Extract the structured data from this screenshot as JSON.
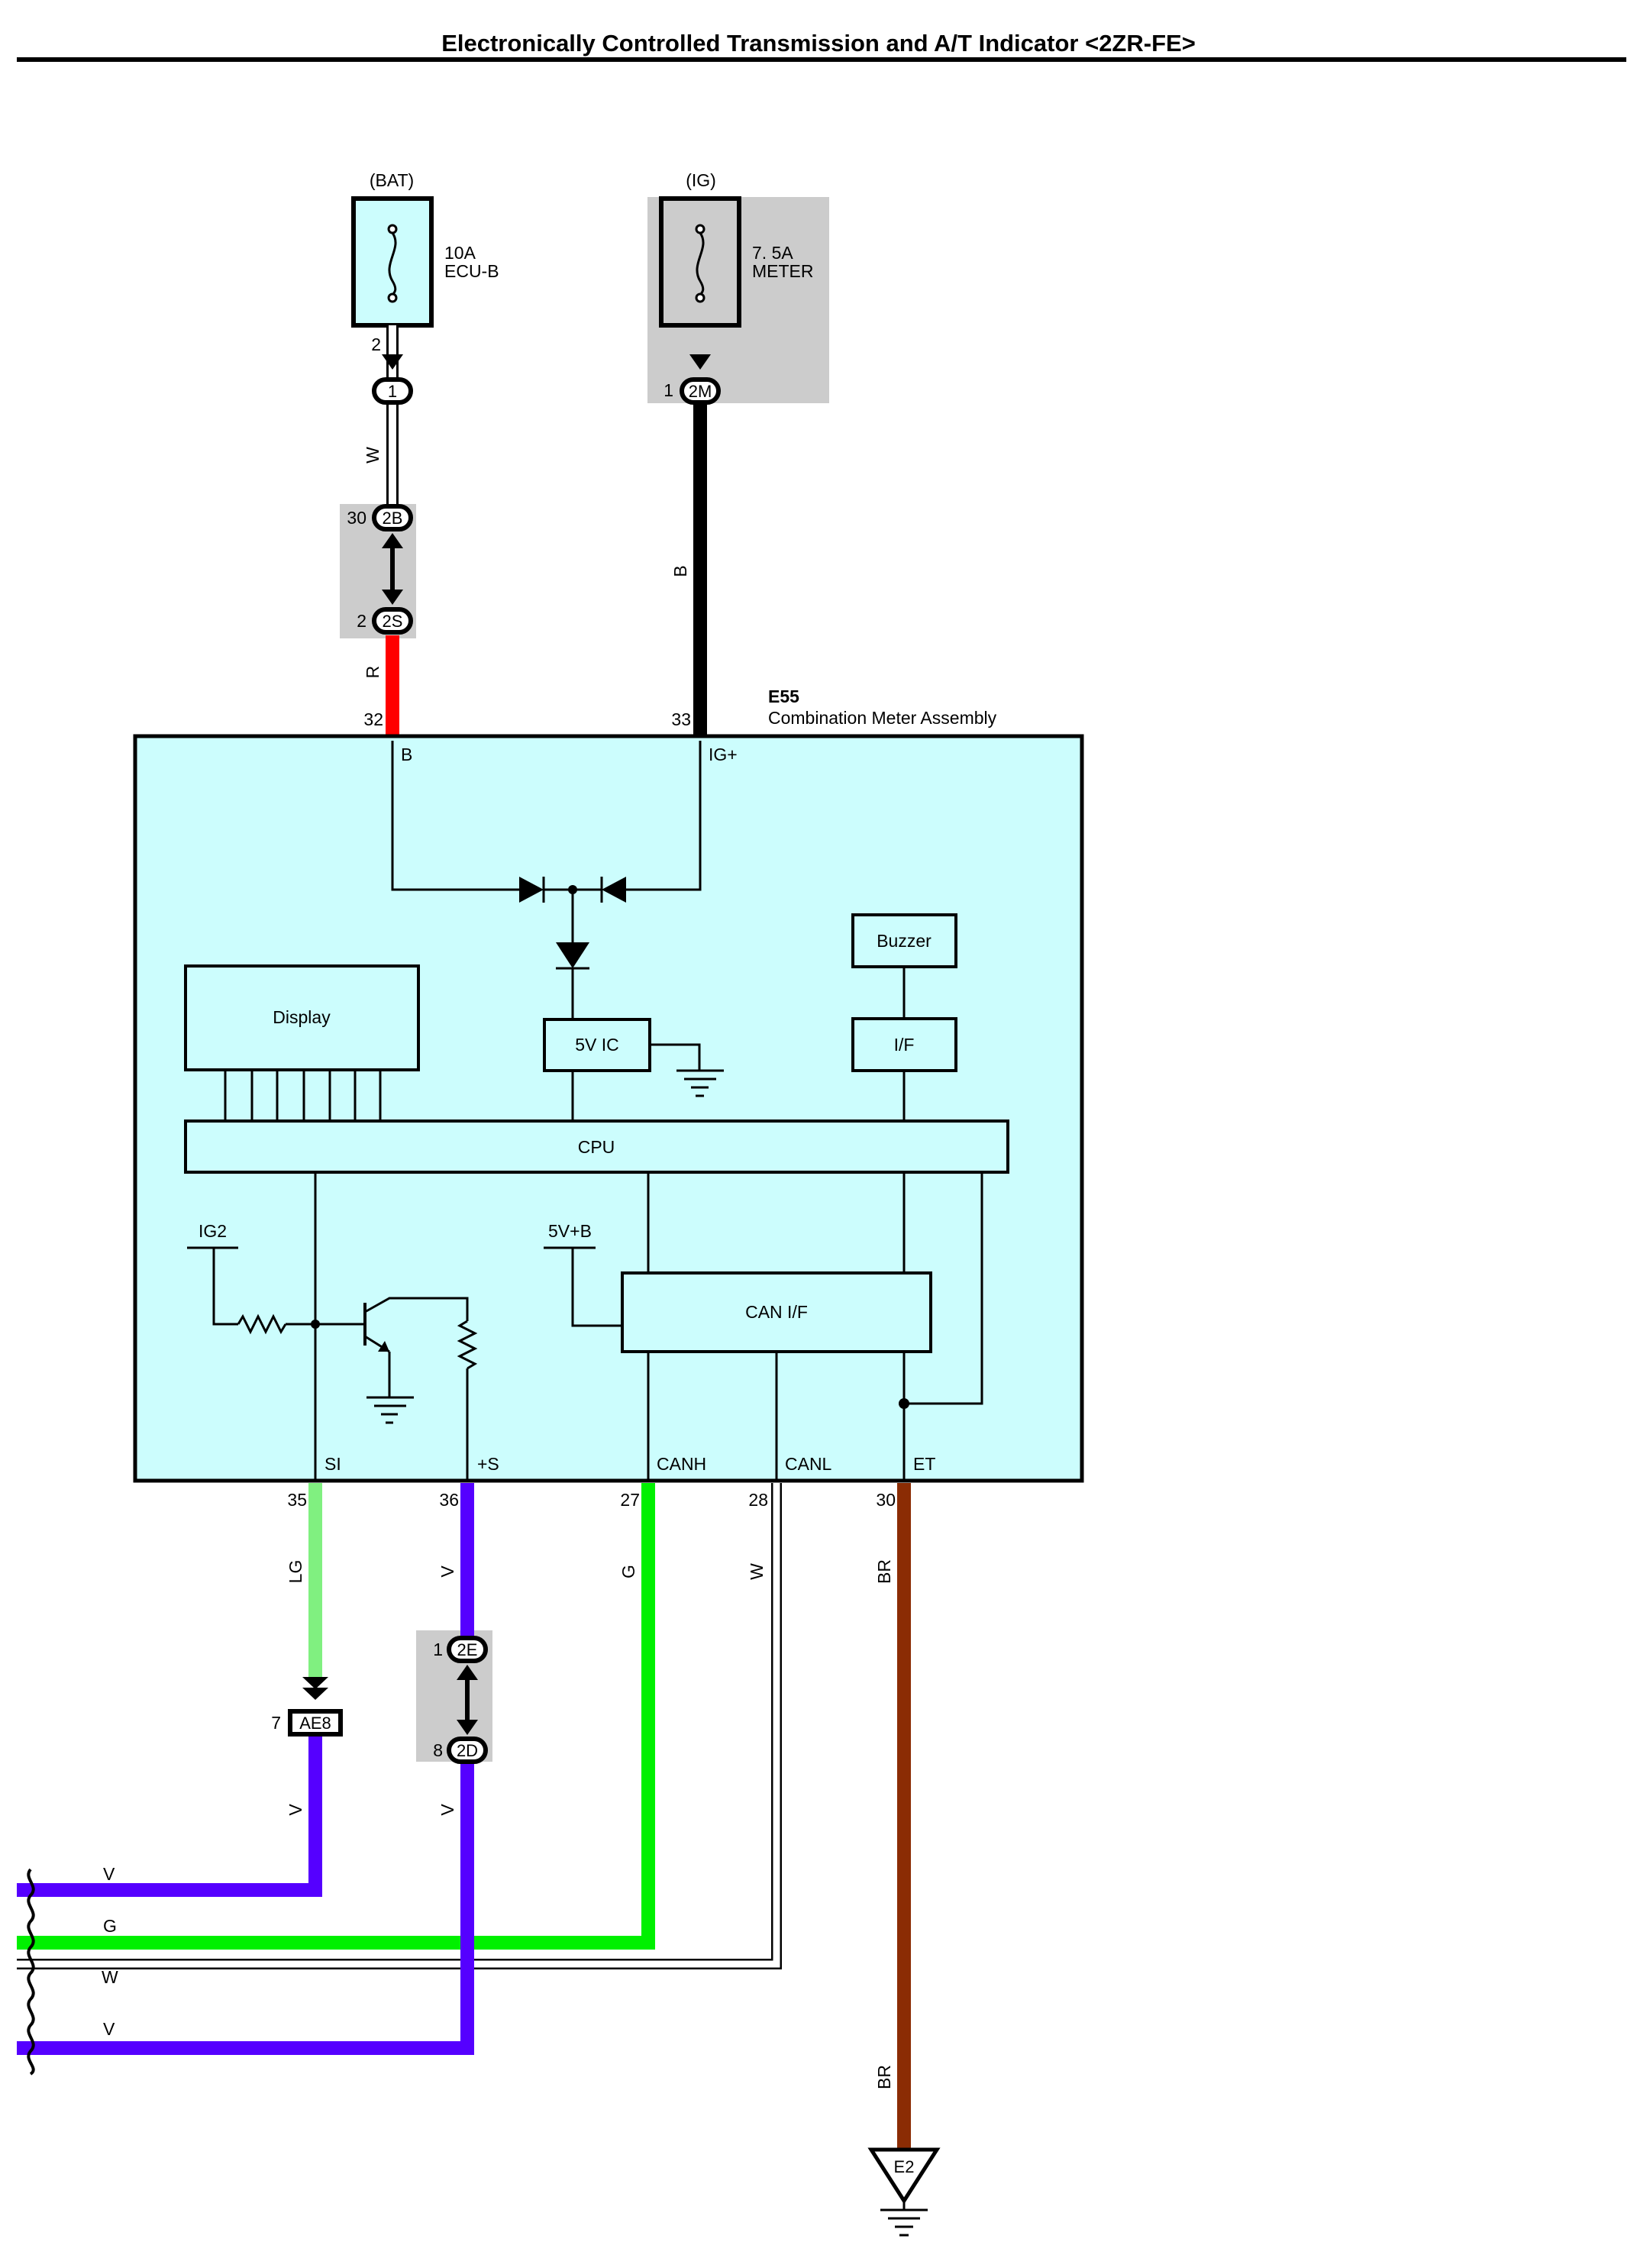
{
  "title": "Electronically Controlled Transmission and A/T Indicator <2ZR-FE>",
  "colors": {
    "W": "#ffffff",
    "R": "#ff0000",
    "B": "#000000",
    "LG": "#80f080",
    "V": "#5500ff",
    "G": "#00f000",
    "BR": "#8b2c04",
    "block_fill": "#ccfdfd",
    "connector_shade": "#cccccc"
  },
  "fuses": {
    "bat": {
      "source": "(BAT)",
      "rating": "10A",
      "name": "ECU-B",
      "pin": "2"
    },
    "ig": {
      "source": "(IG)",
      "rating": "7. 5A",
      "name": "METER",
      "pin": "1"
    }
  },
  "connectors": {
    "c1": {
      "id": "1"
    },
    "c2m": {
      "id": "2M"
    },
    "c2b": {
      "id": "2B",
      "pin": "30"
    },
    "c2s": {
      "id": "2S",
      "pin": "2"
    },
    "c2e": {
      "id": "2E",
      "pin": "1"
    },
    "c2d": {
      "id": "2D",
      "pin": "8"
    },
    "ae8": {
      "id": "AE8",
      "pin": "7"
    }
  },
  "meter": {
    "code": "E55",
    "name": "Combination Meter Assembly",
    "terminals": {
      "b": {
        "label": "B",
        "pin": "32"
      },
      "ig": {
        "label": "IG+",
        "pin": "33"
      },
      "si": {
        "label": "SI",
        "pin": "35"
      },
      "s": {
        "label": "+S",
        "pin": "36"
      },
      "canh": {
        "label": "CANH",
        "pin": "27"
      },
      "canl": {
        "label": "CANL",
        "pin": "28"
      },
      "et": {
        "label": "ET",
        "pin": "30"
      }
    },
    "blocks": {
      "display": "Display",
      "cpu": "CPU",
      "vic": "5V IC",
      "buzzer": "Buzzer",
      "if": "I/F",
      "canif": "CAN I/F",
      "ig2": "IG2",
      "v5b": "5V+B"
    }
  },
  "wire_labels": {
    "w_top": "W",
    "r": "R",
    "b": "B",
    "lg": "LG",
    "v_s": "V",
    "g": "G",
    "w_canl": "W",
    "br_top": "BR",
    "v_ae8": "V",
    "v_2d": "V",
    "br_low": "BR"
  },
  "bus_labels": {
    "v1": "V",
    "g": "G",
    "w": "W",
    "v2": "V"
  },
  "ground": {
    "id": "E2"
  }
}
